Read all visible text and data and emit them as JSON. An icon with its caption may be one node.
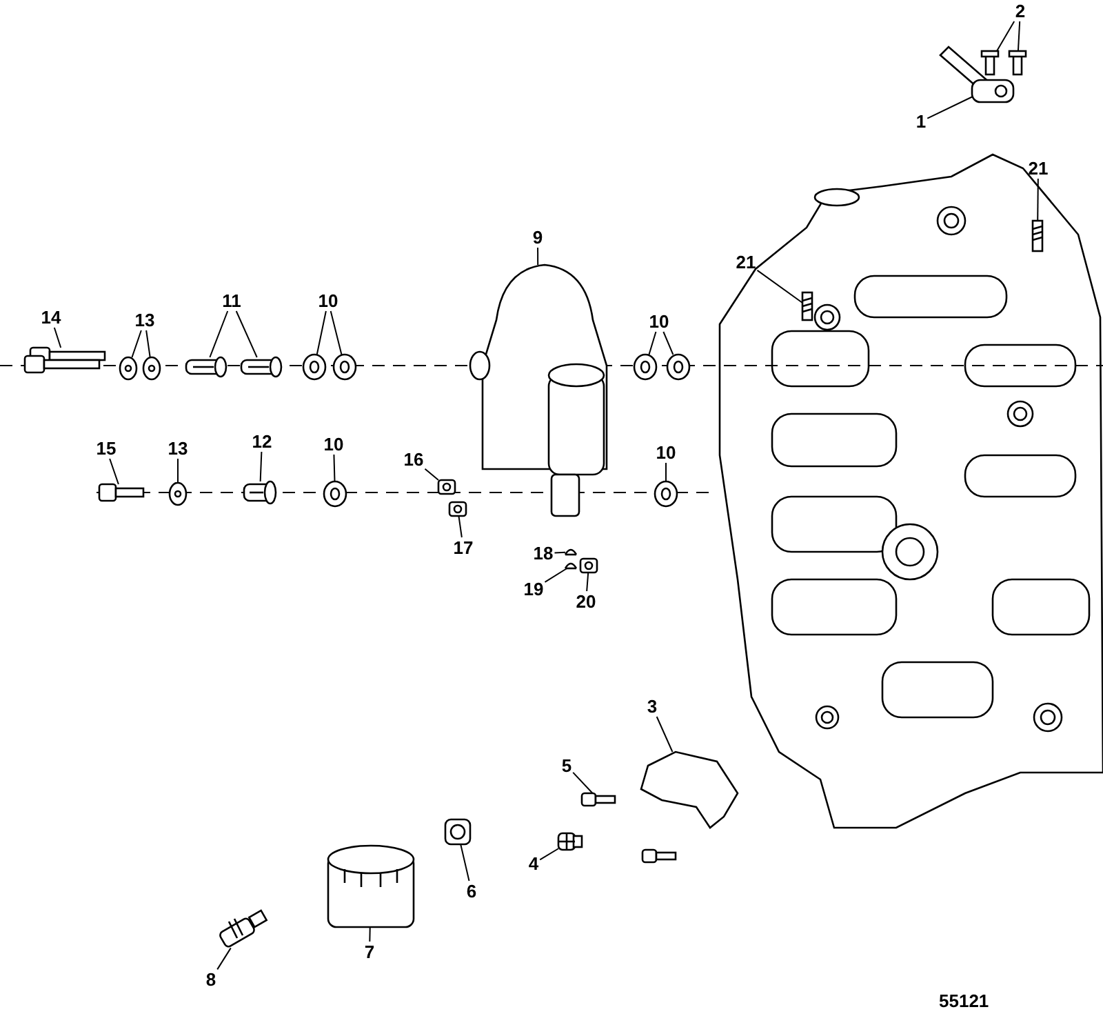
{
  "diagram": {
    "nodes": [
      {
        "text": [
          "2"
        ]
      },
      {
        "text": [
          "1"
        ]
      },
      {
        "text": [
          "21"
        ]
      },
      {
        "text": [
          "9"
        ]
      },
      {
        "text": [
          "21"
        ]
      },
      {
        "text": [
          "14"
        ]
      },
      {
        "text": [
          "13"
        ]
      },
      {
        "text": [
          "11"
        ]
      },
      {
        "text": [
          "10"
        ]
      },
      {
        "text": [
          "10"
        ]
      },
      {
        "text": [
          "15"
        ]
      },
      {
        "text": [
          "13"
        ]
      },
      {
        "text": [
          "12"
        ]
      },
      {
        "text": [
          "10"
        ]
      },
      {
        "text": [
          "16"
        ]
      },
      {
        "text": [
          "10"
        ]
      },
      {
        "text": [
          "17"
        ]
      },
      {
        "text": [
          "18"
        ]
      },
      {
        "text": [
          "19"
        ]
      },
      {
        "text": [
          "20"
        ]
      },
      {
        "text": [
          "3"
        ]
      },
      {
        "text": [
          "5"
        ]
      },
      {
        "text": [
          "4"
        ]
      },
      {
        "text": [
          "6"
        ]
      },
      {
        "text": [
          "7"
        ]
      },
      {
        "text": [
          "8"
        ]
      },
      {
        "text": [],
        "shape": "picture"
      },
      {
        "text": [],
        "shape": "picture"
      },
      {
        "text": [],
        "shape": "picture"
      },
      {
        "text": [],
        "shape": "picture"
      },
      {
        "text": [],
        "shape": "picture"
      },
      {
        "text": [],
        "shape": "picture"
      },
      {
        "text": [],
        "shape": "picture"
      },
      {
        "text": [],
        "shape": "picture"
      },
      {
        "text": [],
        "shape": "picture"
      },
      {
        "text": [],
        "shape": "picture"
      },
      {
        "text": [],
        "shape": "picture"
      },
      {
        "text": [],
        "shape": "picture"
      },
      {
        "text": [],
        "shape": "picture"
      },
      {
        "text": [],
        "shape": "picture"
      },
      {
        "text": [],
        "shape": "picture"
      },
      {
        "text": [],
        "shape": "picture"
      },
      {
        "text": [],
        "shape": "picture"
      },
      {
        "text": [],
        "shape": "picture"
      },
      {
        "text": [],
        "shape": "picture"
      },
      {
        "text": [],
        "shape": "picture"
      },
      {
        "text": [],
        "shape": "picture"
      },
      {
        "text": [],
        "shape": "picture"
      },
      {
        "text": [],
        "shape": "picture"
      },
      {
        "text": [],
        "shape": "picture"
      },
      {
        "text": [],
        "shape": "picture"
      },
      {
        "text": [],
        "shape": "picture"
      },
      {
        "text": [],
        "shape": "picture"
      },
      {
        "text": [],
        "shape": "picture"
      },
      {
        "text": [],
        "shape": "picture"
      },
      {
        "text": [],
        "shape": "picture"
      },
      {
        "text": [],
        "shape": "picture"
      }
    ],
    "edges": [
      {
        "from": 0,
        "to": 26,
        "arrow": "none"
      },
      {
        "from": 0,
        "to": 27,
        "arrow": "none"
      },
      {
        "from": 1,
        "to": 28,
        "arrow": "none"
      },
      {
        "from": 2,
        "to": 29,
        "arrow": "none"
      },
      {
        "from": 3,
        "to": 30,
        "arrow": "none"
      },
      {
        "from": 4,
        "to": 31,
        "arrow": "none"
      },
      {
        "from": 5,
        "to": 32,
        "arrow": "none"
      },
      {
        "from": 6,
        "to": 33,
        "arrow": "none"
      },
      {
        "from": 6,
        "to": 34,
        "arrow": "none"
      },
      {
        "from": 7,
        "to": 35,
        "arrow": "none"
      },
      {
        "from": 7,
        "to": 36,
        "arrow": "none"
      },
      {
        "from": 8,
        "to": 37,
        "arrow": "none"
      },
      {
        "from": 8,
        "to": 38,
        "arrow": "none"
      },
      {
        "from": 9,
        "to": 39,
        "arrow": "none"
      },
      {
        "from": 9,
        "to": 40,
        "arrow": "none"
      },
      {
        "from": 10,
        "to": 41,
        "arrow": "none"
      },
      {
        "from": 11,
        "to": 42,
        "arrow": "none"
      },
      {
        "from": 12,
        "to": 43,
        "arrow": "none"
      },
      {
        "from": 13,
        "to": 44,
        "arrow": "none"
      },
      {
        "from": 14,
        "to": 45,
        "arrow": "none"
      },
      {
        "from": 15,
        "to": 46,
        "arrow": "none"
      },
      {
        "from": 16,
        "to": 47,
        "arrow": "none"
      },
      {
        "from": 17,
        "to": 48,
        "arrow": "none"
      },
      {
        "from": 18,
        "to": 49,
        "arrow": "none"
      },
      {
        "from": 19,
        "to": 50,
        "arrow": "none"
      },
      {
        "from": 20,
        "to": 51,
        "arrow": "none"
      },
      {
        "from": 21,
        "to": 52,
        "arrow": "none"
      },
      {
        "from": 22,
        "to": 53,
        "arrow": "none"
      },
      {
        "from": 23,
        "to": 54,
        "arrow": "none"
      },
      {
        "from": 24,
        "to": 55,
        "arrow": "none"
      },
      {
        "from": 25,
        "to": 56,
        "arrow": "none"
      }
    ],
    "labels": [
      "55121"
    ]
  }
}
